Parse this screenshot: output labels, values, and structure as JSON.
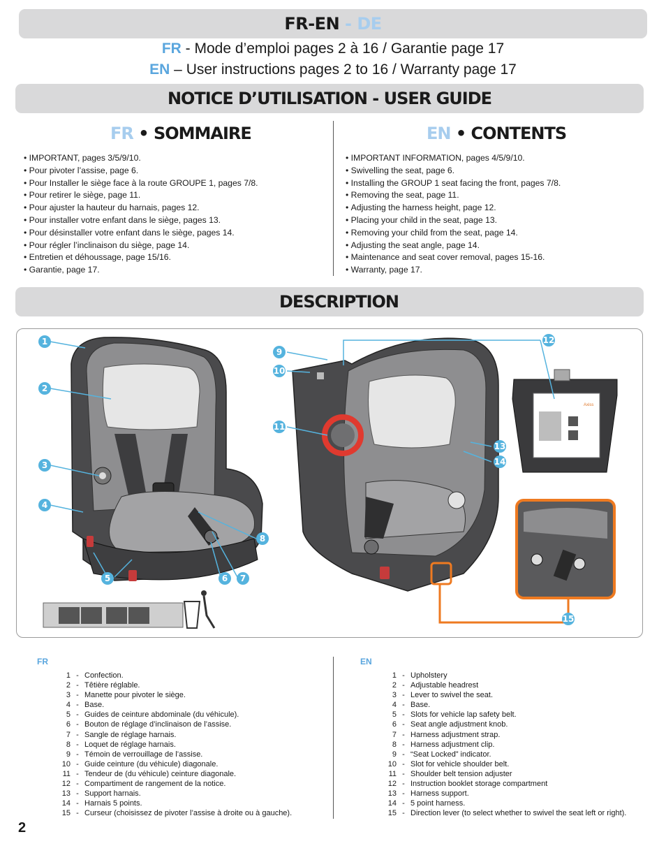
{
  "header": {
    "lang_fr": "FR",
    "lang_sep1": " -",
    "lang_en": "EN",
    "lang_sep2": " - ",
    "lang_de": "DE"
  },
  "subtitles": {
    "fr_code": "FR",
    "fr_text": " - Mode d’emploi pages 2 à 16 / Garantie page 17",
    "en_code": "EN",
    "en_text": " – User instructions pages 2 to 16 / Warranty page 17"
  },
  "guide_title": "NOTICE D’UTILISATION - USER GUIDE",
  "fr_section": {
    "code": "FR",
    "sep": " • ",
    "title": "SOMMAIRE",
    "items": [
      "IMPORTANT, pages 3/5/9/10.",
      "Pour pivoter l’assise, page 6.",
      "Pour Installer le siège face à la route GROUPE 1, pages 7/8.",
      "Pour retirer le siège, page 11.",
      "Pour ajuster la hauteur du harnais, pages 12.",
      "Pour installer votre enfant dans le siège, pages 13.",
      "Pour désinstaller votre enfant dans le siège, pages 14.",
      "Pour régler l’inclinaison du siège, page 14.",
      "Entretien et déhoussage, page 15/16.",
      "Garantie, page 17."
    ]
  },
  "en_section": {
    "code": "EN",
    "sep": " • ",
    "title": "CONTENTS",
    "items": [
      "IMPORTANT INFORMATION, pages 4/5/9/10.",
      "Swivelling the seat, page 6.",
      "Installing the GROUP 1 seat facing the front, pages 7/8.",
      "Removing the seat, page 11.",
      "Adjusting the harness height, page 12.",
      "Placing your child in the seat, page 13.",
      "Removing your child from the seat, page 14.",
      "Adjusting the seat angle, page 14.",
      "Maintenance and seat cover removal, pages 15-16.",
      "Warranty, page 17."
    ]
  },
  "description_title": "DESCRIPTION",
  "diagram": {
    "callouts": [
      "1",
      "2",
      "3",
      "4",
      "5",
      "6",
      "7",
      "8",
      "9",
      "10",
      "11",
      "12",
      "13",
      "14",
      "15"
    ],
    "badge_color": "#55b3de",
    "highlight_color": "#ee7a21",
    "manual_label": "Axiss",
    "icons": [
      "car-seat-illustration-icon",
      "trash-bin-icon",
      "swivel-sequence-icon"
    ]
  },
  "legend": {
    "fr_head": "FR",
    "en_head": "EN",
    "fr_items": [
      {
        "n": "1",
        "t": "Confection."
      },
      {
        "n": "2",
        "t": "Têtière réglable."
      },
      {
        "n": "3",
        "t": "Manette pour pivoter le siège."
      },
      {
        "n": "4",
        "t": "Base."
      },
      {
        "n": "5",
        "t": "Guides de ceinture abdominale (du véhicule)."
      },
      {
        "n": "6",
        "t": "Bouton de réglage d’inclinaison de l’assise."
      },
      {
        "n": "7",
        "t": "Sangle de réglage harnais."
      },
      {
        "n": "8",
        "t": "Loquet de réglage harnais."
      },
      {
        "n": "9",
        "t": "Témoin de verrouillage de l’assise."
      },
      {
        "n": "10",
        "t": "Guide ceinture (du véhicule) diagonale."
      },
      {
        "n": "11",
        "t": "Tendeur de (du véhicule) ceinture diagonale."
      },
      {
        "n": "12",
        "t": "Compartiment de rangement de la notice."
      },
      {
        "n": "13",
        "t": "Support harnais."
      },
      {
        "n": "14",
        "t": "Harnais 5 points."
      },
      {
        "n": "15",
        "t": "Curseur (choisissez de pivoter l’assise à droite ou à gauche)."
      }
    ],
    "en_items": [
      {
        "n": "1",
        "t": "Upholstery"
      },
      {
        "n": "2",
        "t": "Adjustable headrest"
      },
      {
        "n": "3",
        "t": "Lever to swivel the seat."
      },
      {
        "n": "4",
        "t": "Base."
      },
      {
        "n": "5",
        "t": "Slots for vehicle lap safety belt."
      },
      {
        "n": "6",
        "t": "Seat angle adjustment knob."
      },
      {
        "n": "7",
        "t": "Harness adjustment strap."
      },
      {
        "n": "8",
        "t": "Harness adjustment clip."
      },
      {
        "n": "9",
        "t": "“Seat Locked” indicator."
      },
      {
        "n": "10",
        "t": "Slot for vehicle shoulder belt."
      },
      {
        "n": "11",
        "t": "Shoulder belt tension adjuster"
      },
      {
        "n": "12",
        "t": "Instruction booklet storage compartment"
      },
      {
        "n": "13",
        "t": "Harness support."
      },
      {
        "n": "14",
        "t": "5 point harness."
      },
      {
        "n": "15",
        "t": "Direction lever (to select whether to swivel the seat left or right)."
      }
    ]
  },
  "page_number": "2"
}
